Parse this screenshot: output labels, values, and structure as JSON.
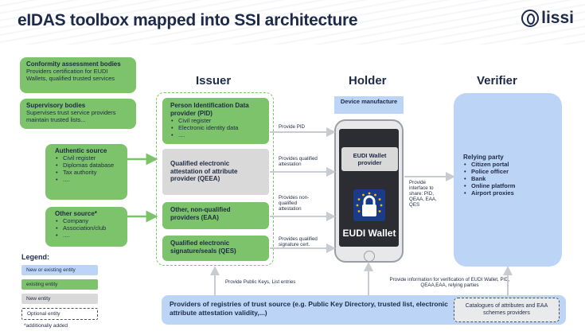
{
  "title": "eIDAS toolbox mapped into SSI architecture",
  "logo": {
    "text": "lissi",
    "icon": "lissi-logo-icon"
  },
  "columns": {
    "issuer": "Issuer",
    "holder": "Holder",
    "verifier": "Verifier"
  },
  "left_entities": {
    "conformity": {
      "title": "Conformity assessment bodies",
      "text": "Providers certification for EUDI Wallets, qualified trusted services"
    },
    "supervisory": {
      "title": "Supervisory bodies",
      "text": "Supervises trust service providers maintain trusted lists..."
    },
    "authentic": {
      "title": "Authentic source",
      "items": [
        "Civil register",
        "Diplomas database",
        "Tax authority",
        "...."
      ]
    },
    "other": {
      "title": "Other source*",
      "items": [
        "Company",
        "Association/club",
        "...."
      ]
    }
  },
  "issuers": {
    "pid": {
      "title": "Person Identification Data provider (PID)",
      "items": [
        "Civil register",
        "Electronic identity data",
        "...."
      ]
    },
    "qeea": {
      "title": "Qualified electronic attestation of attribute provider (QEEA)"
    },
    "eaa": {
      "title": "Other, non-qualified providers (EAA)"
    },
    "qes": {
      "title": "Qualified electronic signature/seals (QES)"
    }
  },
  "arrow_labels": {
    "pid": "Provide PID",
    "qeea": "Provides qualified attestation",
    "eaa": "Provides non-qualified attestation",
    "qes": "Provides qualified signature cert.",
    "share": "Provide interface to share: PID, QEAA, EAA, QES",
    "public_keys": "Provide Public Keys, List entries",
    "verification_info": "Provide information for verification of EUDI Wallet, PID, QEAA,EAA, relying parties"
  },
  "holder": {
    "manufacture": "Device manufacture",
    "wallet_provider": "EUDI Wallet provider",
    "wallet_label": "EUDI Wallet",
    "wallet_icon": "eu-lock-icon"
  },
  "verifier": {
    "title": "Relying party",
    "items": [
      "Citizen portal",
      "Police officer",
      "Bank",
      "Online platform",
      "Airport proxies"
    ]
  },
  "registries": {
    "text": "Providers of registries of trust source (e.g. Public Key Directory, trusted list, electronic attribute attestation validity,...)",
    "catalogues": "Catalogues of attributes and EAA schemes providers"
  },
  "legend": {
    "title": "Legend:",
    "items": [
      "New or existing entity",
      "existing entity",
      "New entity",
      "Optional entity"
    ],
    "note": "*additionally added"
  },
  "colors": {
    "green": "#7cc36b",
    "grey": "#d9d9d9",
    "blue": "#bcd5f7",
    "navy": "#1e2a4a"
  }
}
